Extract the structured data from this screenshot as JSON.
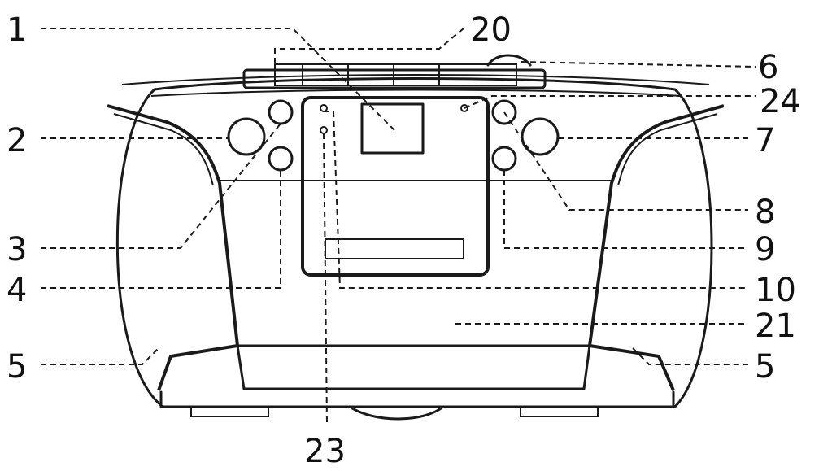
{
  "callouts": [
    {
      "id": "c1",
      "label": "1"
    },
    {
      "id": "c20",
      "label": "20"
    },
    {
      "id": "c6",
      "label": "6"
    },
    {
      "id": "c24",
      "label": "24"
    },
    {
      "id": "c2",
      "label": "2"
    },
    {
      "id": "c7",
      "label": "7"
    },
    {
      "id": "c8",
      "label": "8"
    },
    {
      "id": "c3",
      "label": "3"
    },
    {
      "id": "c9",
      "label": "9"
    },
    {
      "id": "c4",
      "label": "4"
    },
    {
      "id": "c10",
      "label": "10"
    },
    {
      "id": "c21",
      "label": "21"
    },
    {
      "id": "c5l",
      "label": "5"
    },
    {
      "id": "c5r",
      "label": "5"
    },
    {
      "id": "c23",
      "label": "23"
    }
  ],
  "style": {
    "line_color": "#1a1a1a",
    "background": "#ffffff"
  }
}
